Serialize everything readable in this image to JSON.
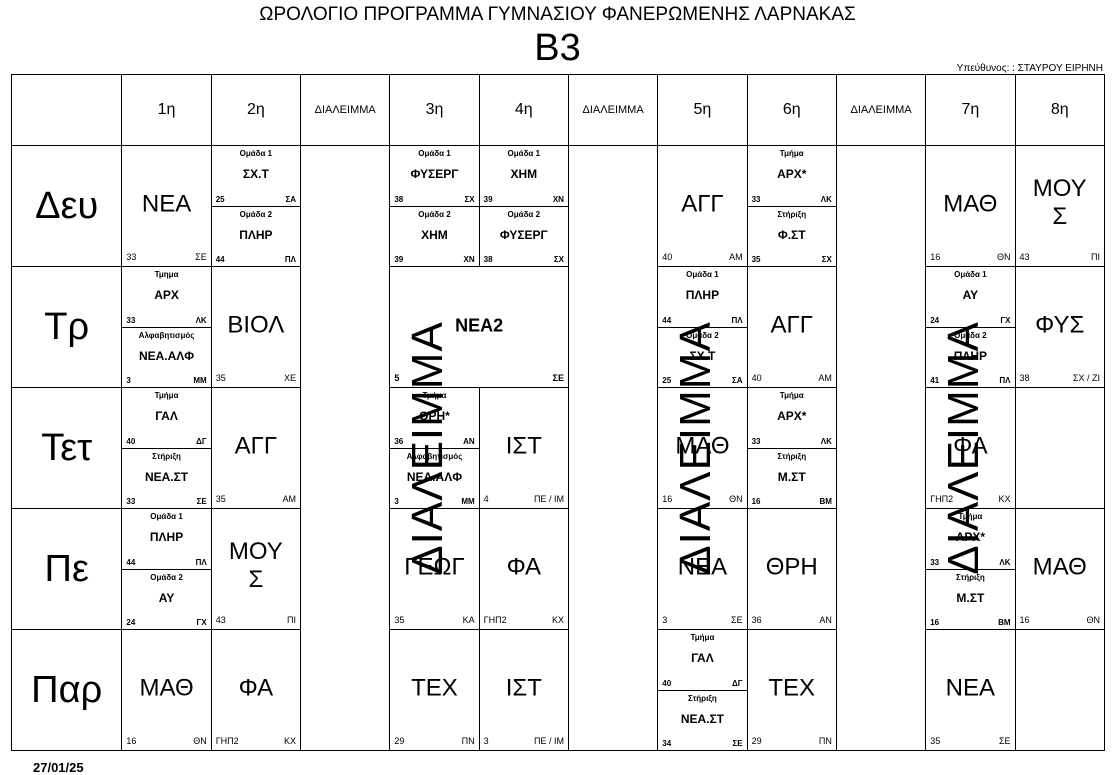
{
  "header": {
    "title": "ΩΡΟΛΟΓΙΟ ΠΡΟΓΡΑΜΜΑ ΓΥΜΝΑΣΙΟΥ ΦΑΝΕΡΩΜΕΝΗΣ ΛΑΡΝΑΚΑΣ",
    "class_name": "Β3",
    "responsible": "Υπεύθυνος: : ΣΤΑΥΡΟΥ ΕΙΡΗΝΗ"
  },
  "columns": [
    "",
    "1η",
    "2η",
    "ΔΙΑΛΕΙΜΜΑ",
    "3η",
    "4η",
    "ΔΙΑΛΕΙΜΜΑ",
    "5η",
    "6η",
    "ΔΙΑΛΕΙΜΜΑ",
    "7η",
    "8η"
  ],
  "break_label": "ΔΙΑΛΕΙΜΜΑ",
  "days": [
    "Δευ",
    "Τρ",
    "Τετ",
    "Πε",
    "Παρ"
  ],
  "cells": {
    "d0": {
      "p1": {
        "subj": "ΝΕΑ",
        "room": "33",
        "tch": "ΣΕ"
      },
      "p2": {
        "top": {
          "grp": "Ομάδα 1",
          "subj": "ΣΧ.Τ",
          "room": "25",
          "tch": "ΣΑ"
        },
        "bot": {
          "grp": "Ομάδα 2",
          "subj": "ΠΛΗΡ",
          "room": "44",
          "tch": "ΠΛ"
        }
      },
      "p3": {
        "top": {
          "grp": "Ομάδα 1",
          "subj": "ΦΥΣΕΡΓ",
          "room": "38",
          "tch": "ΣΧ"
        },
        "bot": {
          "grp": "Ομάδα 2",
          "subj": "ΧΗΜ",
          "room": "39",
          "tch": "ΧΝ"
        }
      },
      "p4": {
        "top": {
          "grp": "Ομάδα 1",
          "subj": "ΧΗΜ",
          "room": "39",
          "tch": "ΧΝ"
        },
        "bot": {
          "grp": "Ομάδα 2",
          "subj": "ΦΥΣΕΡΓ",
          "room": "38",
          "tch": "ΣΧ"
        }
      },
      "p5": {
        "subj": "ΑΓΓ",
        "room": "40",
        "tch": "ΑΜ"
      },
      "p6": {
        "top": {
          "grp": "Τμήμα",
          "subj": "ΑΡΧ*",
          "room": "33",
          "tch": "ΛΚ"
        },
        "bot": {
          "grp": "Στήριξη",
          "subj": "Φ.ΣΤ",
          "room": "35",
          "tch": "ΣΧ"
        }
      },
      "p7": {
        "subj": "ΜΑΘ",
        "room": "16",
        "tch": "ΘΝ"
      },
      "p8": {
        "subj": "ΜΟΥΣ",
        "room": "43",
        "tch": "ΠΙ"
      }
    },
    "d1": {
      "p1": {
        "top": {
          "grp": "Τμημα",
          "subj": "ΑΡΧ",
          "room": "33",
          "tch": "ΛΚ"
        },
        "bot": {
          "grp": "Αλφαβητισμός",
          "subj": "ΝΕΑ.ΑΛΦ",
          "room": "3",
          "tch": "ΜΜ"
        }
      },
      "p2": {
        "subj": "ΒΙΟΛ",
        "room": "35",
        "tch": "ΧΕ"
      },
      "p34": {
        "subj": "ΝΕΑ2",
        "room": "5",
        "tch": "ΣΕ"
      },
      "p5": {
        "top": {
          "grp": "Ομάδα 1",
          "subj": "ΠΛΗΡ",
          "room": "44",
          "tch": "ΠΛ"
        },
        "bot": {
          "grp": "Ομάδα 2",
          "subj": "ΣΧ.Τ",
          "room": "25",
          "tch": "ΣΑ"
        }
      },
      "p6": {
        "subj": "ΑΓΓ",
        "room": "40",
        "tch": "ΑΜ"
      },
      "p7": {
        "top": {
          "grp": "Ομάδα 1",
          "subj": "ΑΥ",
          "room": "24",
          "tch": "ΓΧ"
        },
        "bot": {
          "grp": "Ομάδα 2",
          "subj": "ΠΛΗΡ",
          "room": "41",
          "tch": "ΠΛ"
        }
      },
      "p8": {
        "subj": "ΦΥΣ",
        "room": "38",
        "tch": "ΣΧ / ΖΙ"
      }
    },
    "d2": {
      "p1": {
        "top": {
          "grp": "Τμήμα",
          "subj": "ΓΑΛ",
          "room": "40",
          "tch": "ΔΓ"
        },
        "bot": {
          "grp": "Στήριξη",
          "subj": "ΝΕΑ.ΣΤ",
          "room": "33",
          "tch": "ΣΕ"
        }
      },
      "p2": {
        "subj": "ΑΓΓ",
        "room": "35",
        "tch": "ΑΜ"
      },
      "p3": {
        "top": {
          "grp": "Τμήμα",
          "subj": "ΘΡΗ*",
          "room": "36",
          "tch": "ΑΝ"
        },
        "bot": {
          "grp": "Αλφαβητισμός",
          "subj": "ΝΕΑ.ΑΛΦ",
          "room": "3",
          "tch": "ΜΜ"
        }
      },
      "p4": {
        "subj": "ΙΣΤ",
        "room": "4",
        "tch": "ΠΕ / ΙΜ"
      },
      "p5": {
        "subj": "ΜΑΘ",
        "room": "16",
        "tch": "ΘΝ"
      },
      "p6": {
        "top": {
          "grp": "Τμήμα",
          "subj": "ΑΡΧ*",
          "room": "33",
          "tch": "ΛΚ"
        },
        "bot": {
          "grp": "Στήριξη",
          "subj": "Μ.ΣΤ",
          "room": "16",
          "tch": "ΒΜ"
        }
      },
      "p7": {
        "subj": "ΦΑ",
        "room": "ΓΗΠ2",
        "tch": "ΚΧ"
      },
      "p8": {
        "subj": "",
        "room": "",
        "tch": ""
      }
    },
    "d3": {
      "p1": {
        "top": {
          "grp": "Ομάδα 1",
          "subj": "ΠΛΗΡ",
          "room": "44",
          "tch": "ΠΛ"
        },
        "bot": {
          "grp": "Ομάδα 2",
          "subj": "ΑΥ",
          "room": "24",
          "tch": "ΓΧ"
        }
      },
      "p2": {
        "subj": "ΜΟΥΣ",
        "room": "43",
        "tch": "ΠΙ"
      },
      "p3": {
        "subj": "ΓΕΩΓ",
        "room": "35",
        "tch": "ΚΑ"
      },
      "p4": {
        "subj": "ΦΑ",
        "room": "ΓΗΠ2",
        "tch": "ΚΧ"
      },
      "p5": {
        "subj": "ΝΕΑ",
        "room": "3",
        "tch": "ΣΕ"
      },
      "p6": {
        "subj": "ΘΡΗ",
        "room": "36",
        "tch": "ΑΝ"
      },
      "p7": {
        "top": {
          "grp": "Τμήμα",
          "subj": "ΑΡΧ*",
          "room": "33",
          "tch": "ΛΚ"
        },
        "bot": {
          "grp": "Στήριξη",
          "subj": "Μ.ΣΤ",
          "room": "16",
          "tch": "ΒΜ"
        }
      },
      "p8": {
        "subj": "ΜΑΘ",
        "room": "16",
        "tch": "ΘΝ"
      }
    },
    "d4": {
      "p1": {
        "subj": "ΜΑΘ",
        "room": "16",
        "tch": "ΘΝ"
      },
      "p2": {
        "subj": "ΦΑ",
        "room": "ΓΗΠ2",
        "tch": "ΚΧ"
      },
      "p3": {
        "subj": "ΤΕΧ",
        "room": "29",
        "tch": "ΠΝ"
      },
      "p4": {
        "subj": "ΙΣΤ",
        "room": "3",
        "tch": "ΠΕ / ΙΜ"
      },
      "p5": {
        "top": {
          "grp": "Τμήμα",
          "subj": "ΓΑΛ",
          "room": "40",
          "tch": "ΔΓ"
        },
        "bot": {
          "grp": "Στήριξη",
          "subj": "ΝΕΑ.ΣΤ",
          "room": "34",
          "tch": "ΣΕ"
        }
      },
      "p6": {
        "subj": "ΤΕΧ",
        "room": "29",
        "tch": "ΠΝ"
      },
      "p7": {
        "subj": "ΝΕΑ",
        "room": "35",
        "tch": "ΣΕ"
      },
      "p8": {
        "subj": "",
        "room": "",
        "tch": ""
      }
    }
  },
  "footer": {
    "date": "27/01/25"
  }
}
